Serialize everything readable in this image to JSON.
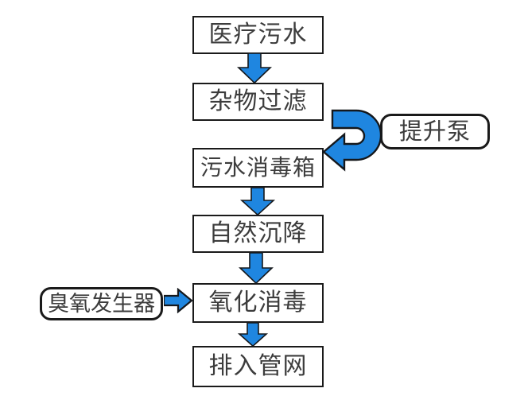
{
  "diagram": {
    "type": "flowchart",
    "background": "#ffffff",
    "colors": {
      "arrow_fill": "#1f86e0",
      "arrow_outline": "#15181c",
      "node_border": "#1a1a1a",
      "node_fill": "#ffffff",
      "text": "#3c3c3c"
    },
    "nodes": {
      "medical_sewage": "医疗污水",
      "debris_filtering": "杂物过滤",
      "lift_pump": "提升泵",
      "sewage_disinfection_tank": "污水消毒箱",
      "natural_sedimentation": "自然沉降",
      "ozone_generator": "臭氧发生器",
      "oxidation_disinfection": "氧化消毒",
      "discharge_to_pipe_network": "排入管网"
    },
    "edges": [
      {
        "from": "医疗污水",
        "to": "杂物过滤",
        "style": "straight-down"
      },
      {
        "from": "杂物过滤",
        "to": "污水消毒箱",
        "style": "u-turn-curved",
        "via": "提升泵"
      },
      {
        "from": "污水消毒箱",
        "to": "自然沉降",
        "style": "straight-down"
      },
      {
        "from": "自然沉降",
        "to": "氧化消毒",
        "style": "straight-down"
      },
      {
        "from": "臭氧发生器",
        "to": "氧化消毒",
        "style": "straight-right"
      },
      {
        "from": "氧化消毒",
        "to": "排入管网",
        "style": "straight-down"
      }
    ]
  }
}
